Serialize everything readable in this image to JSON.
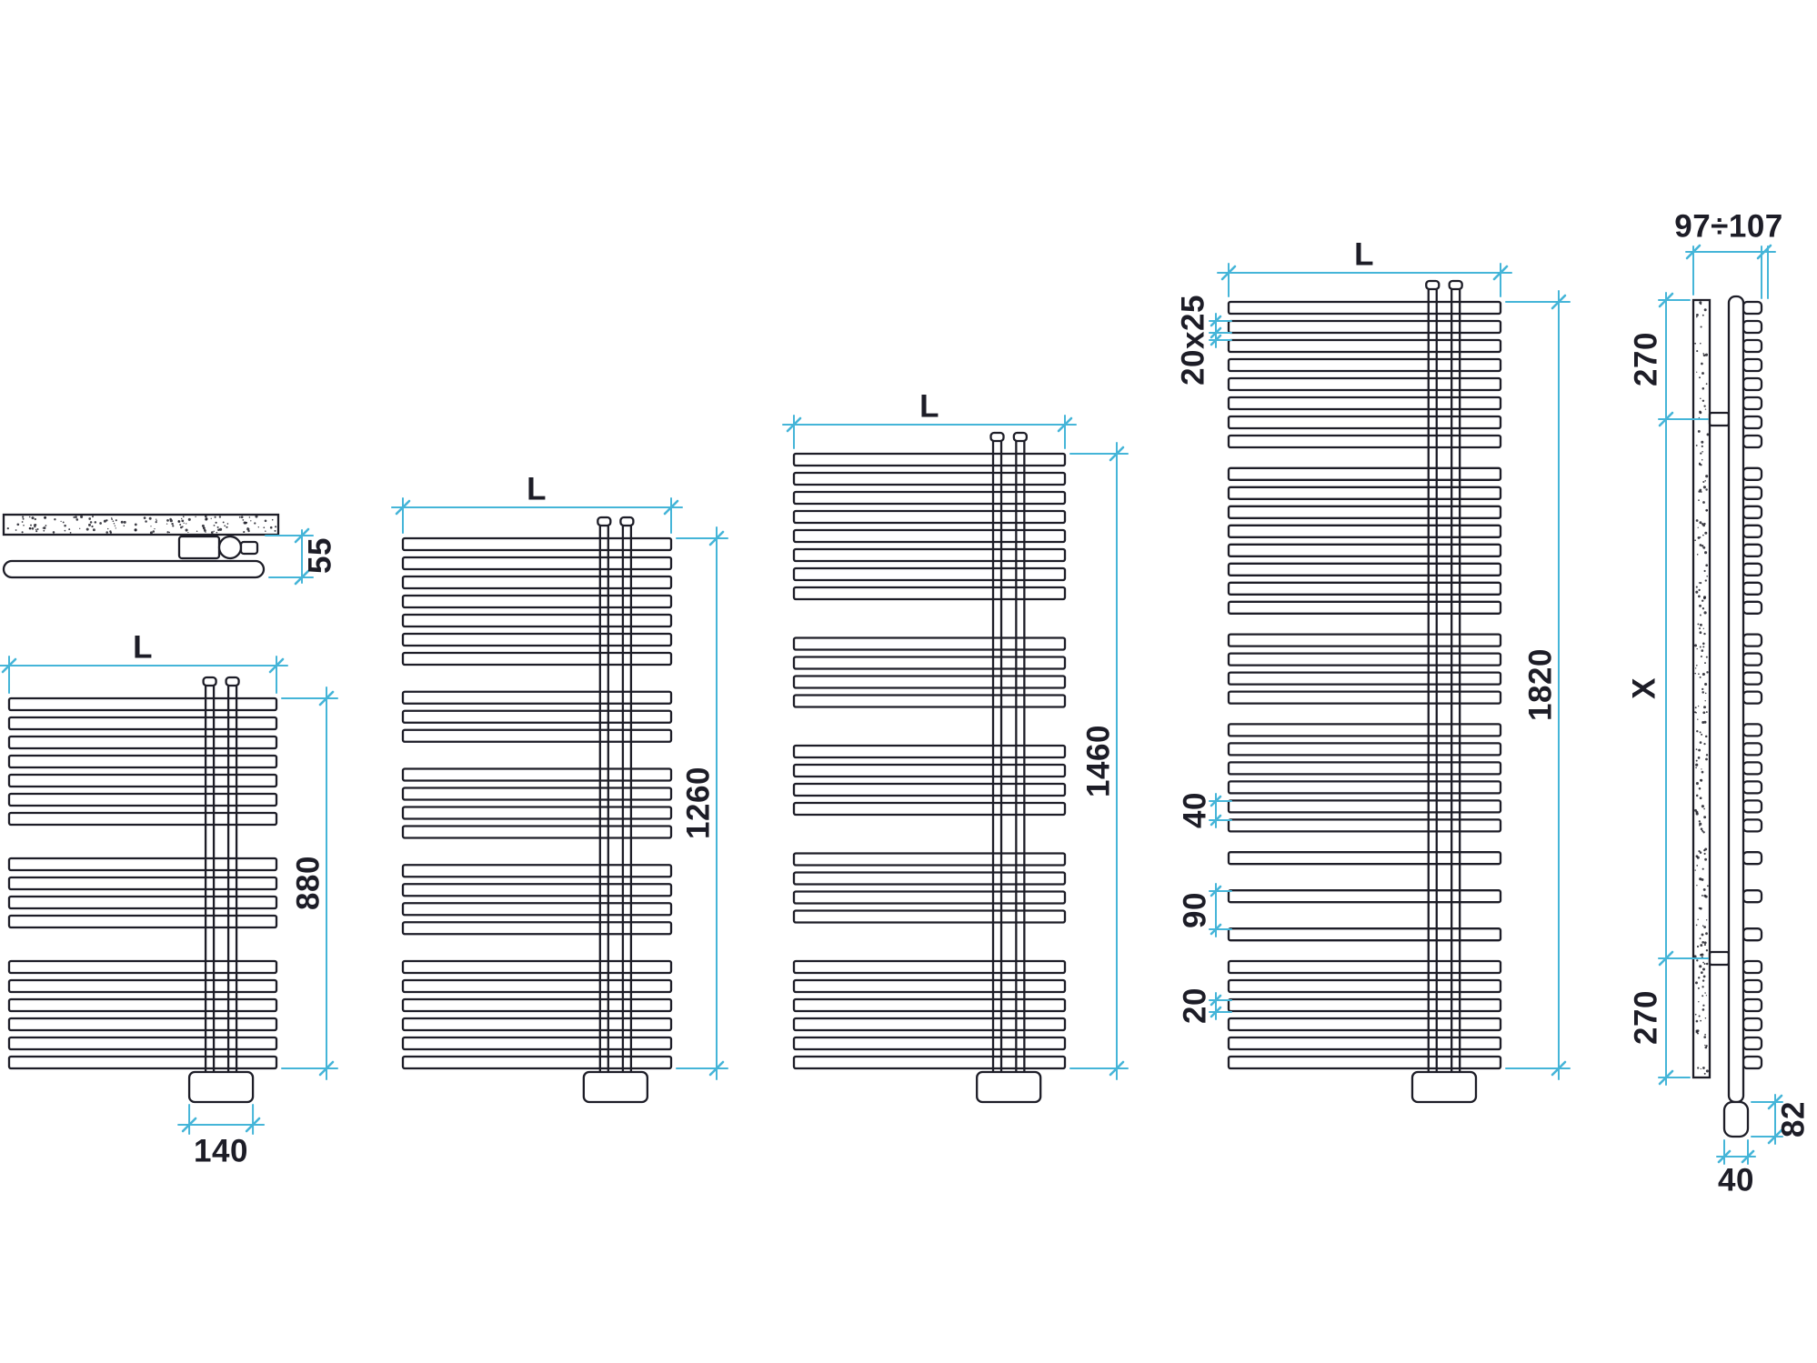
{
  "colors": {
    "background": "#ffffff",
    "line": "#1d1d27",
    "dimension": "#45b5d8",
    "text": "#1d1d27"
  },
  "labels": {
    "plan": {
      "depth": "55"
    },
    "r880": {
      "width": "L",
      "height": "880",
      "valve_spacing": "140"
    },
    "r1260": {
      "width": "L",
      "height": "1260"
    },
    "r1460": {
      "width": "L",
      "height": "1460"
    },
    "r1820": {
      "width": "L",
      "height": "1820",
      "tube_section": "20x25",
      "tube_pitch": "40",
      "wide_pitch": "90",
      "tube_height": "20"
    },
    "side": {
      "depth_range": "97÷107",
      "top_fixing": "270",
      "fixing_span": "X",
      "bottom_fixing": "270",
      "valve_height": "82",
      "valve_depth": "40"
    }
  }
}
